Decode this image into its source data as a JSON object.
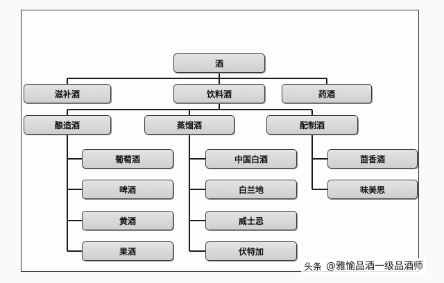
{
  "root": {
    "label": "酒"
  },
  "level1": [
    {
      "id": "tonic",
      "label": "滋补酒"
    },
    {
      "id": "beverage",
      "label": "饮料酒"
    },
    {
      "id": "medicinal",
      "label": "药酒"
    }
  ],
  "level2": [
    {
      "id": "brewed",
      "label": "酿造酒",
      "children": [
        "葡萄酒",
        "啤酒",
        "黄酒",
        "果酒"
      ]
    },
    {
      "id": "distilled",
      "label": "蒸馏酒",
      "children": [
        "中国白酒",
        "白兰地",
        "威士忌",
        "伏特加"
      ]
    },
    {
      "id": "compounded",
      "label": "配制酒",
      "children": [
        "茴香酒",
        "味美思"
      ]
    }
  ],
  "watermark": {
    "brand": "头条",
    "account": "@雅愉品酒一级品酒师"
  }
}
